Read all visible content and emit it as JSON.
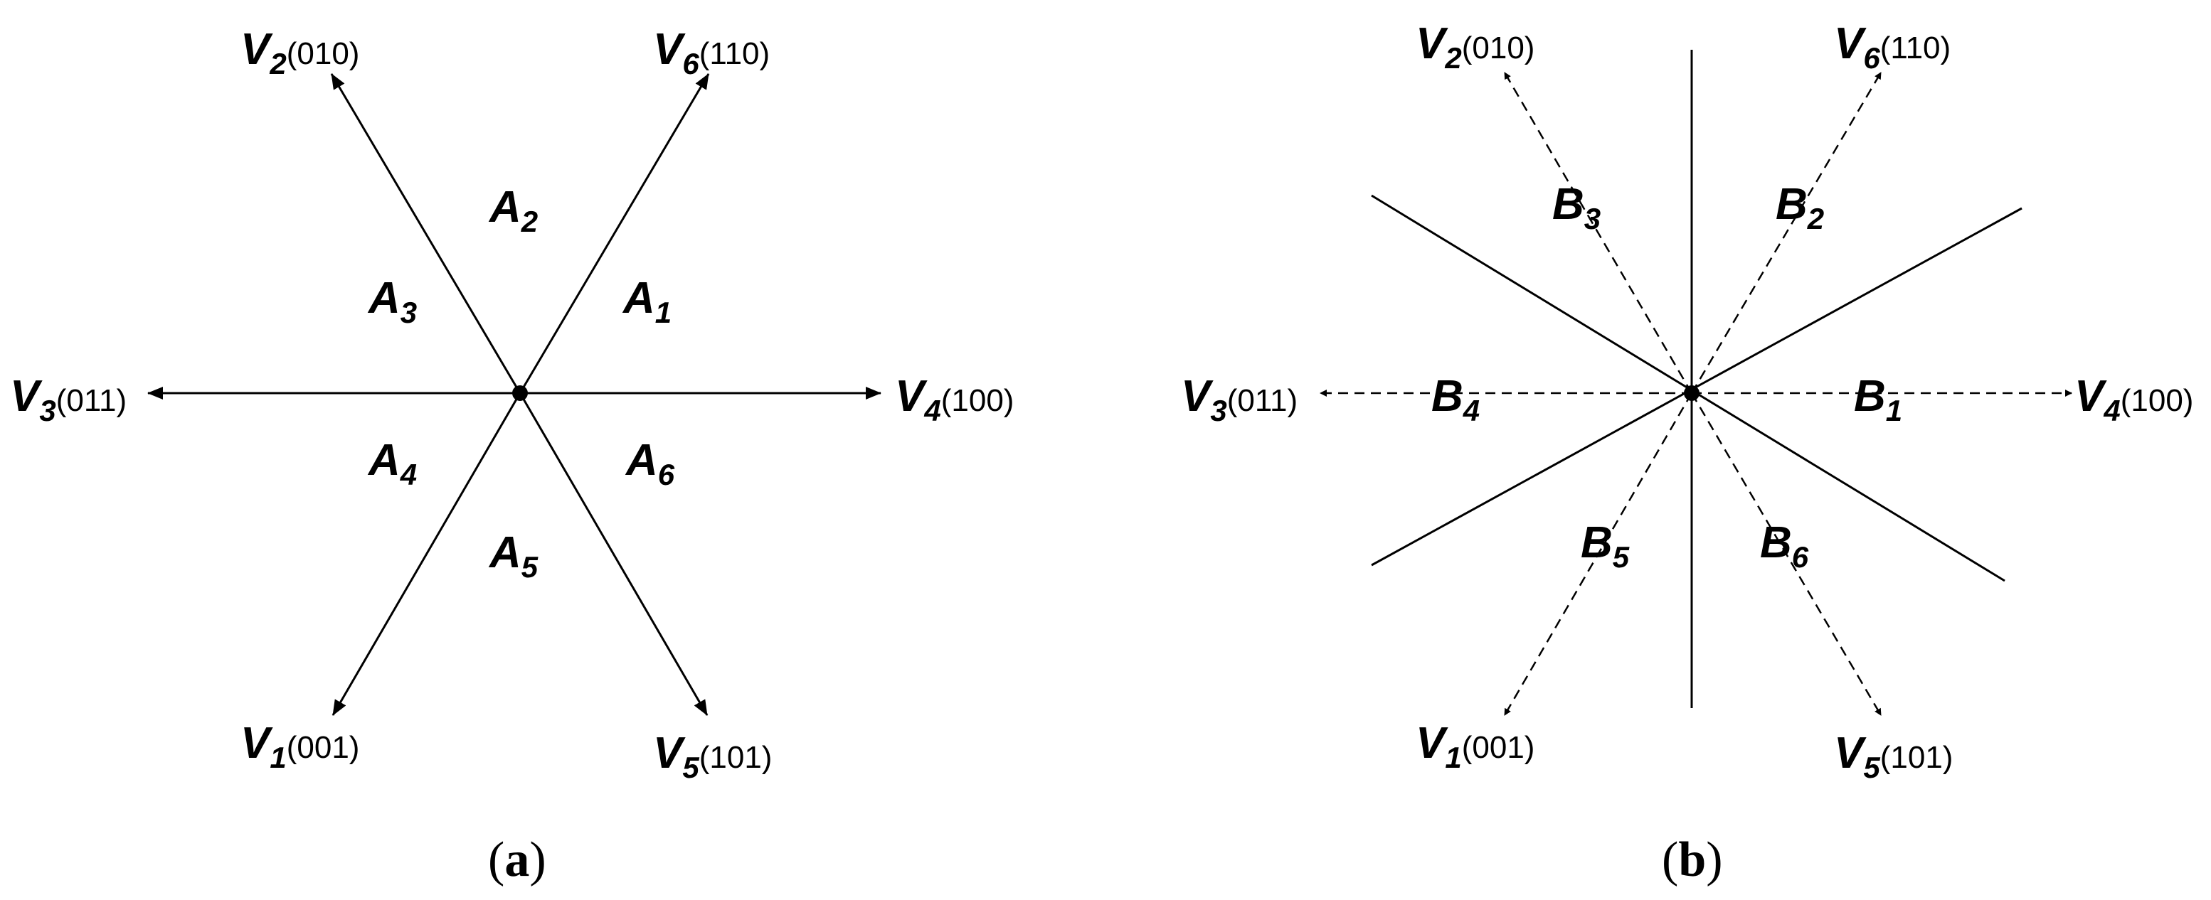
{
  "panels": [
    {
      "id": "a",
      "caption_letter": "a",
      "vectors": [
        {
          "name": "V",
          "sub": "2",
          "code": "(010)"
        },
        {
          "name": "V",
          "sub": "6",
          "code": "(110)"
        },
        {
          "name": "V",
          "sub": "3",
          "code": "(011)"
        },
        {
          "name": "V",
          "sub": "4",
          "code": "(100)"
        },
        {
          "name": "V",
          "sub": "1",
          "code": "(001)"
        },
        {
          "name": "V",
          "sub": "5",
          "code": "(101)"
        }
      ],
      "sectors": [
        {
          "name": "A",
          "sub": "1"
        },
        {
          "name": "A",
          "sub": "2"
        },
        {
          "name": "A",
          "sub": "3"
        },
        {
          "name": "A",
          "sub": "4"
        },
        {
          "name": "A",
          "sub": "5"
        },
        {
          "name": "A",
          "sub": "6"
        }
      ]
    },
    {
      "id": "b",
      "caption_letter": "b",
      "vectors": [
        {
          "name": "V",
          "sub": "2",
          "code": "(010)"
        },
        {
          "name": "V",
          "sub": "6",
          "code": "(110)"
        },
        {
          "name": "V",
          "sub": "3",
          "code": "(011)"
        },
        {
          "name": "V",
          "sub": "4",
          "code": "(100)"
        },
        {
          "name": "V",
          "sub": "1",
          "code": "(001)"
        },
        {
          "name": "V",
          "sub": "5",
          "code": "(101)"
        }
      ],
      "sectors": [
        {
          "name": "B",
          "sub": "1"
        },
        {
          "name": "B",
          "sub": "2"
        },
        {
          "name": "B",
          "sub": "3"
        },
        {
          "name": "B",
          "sub": "4"
        },
        {
          "name": "B",
          "sub": "5"
        },
        {
          "name": "B",
          "sub": "6"
        }
      ]
    }
  ],
  "caption_open": "(",
  "caption_close": ")"
}
